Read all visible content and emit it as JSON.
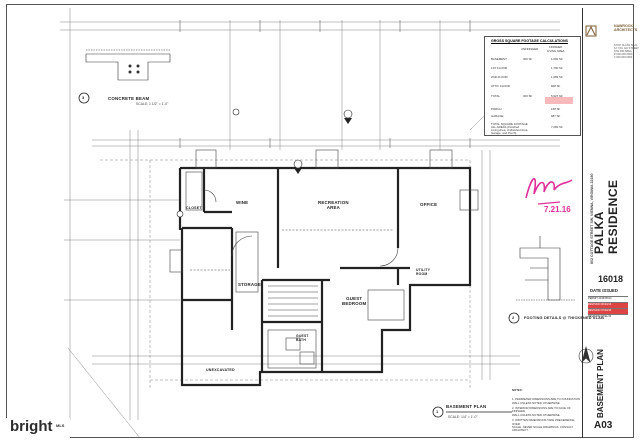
{
  "sheet": {
    "project_name": "PALKA RESIDENCE",
    "project_address": "802 COTTAGE STREET SW, VIENNA, VIRGINIA 22180",
    "firm_name": "NAWROCKI\nARCHITECTS",
    "firm_address": "STOP CLASS SEAL\n12 YOU GO STREET\nSTE 300 AREA\nP 000.000.0000\nF 000.000.0000",
    "project_number": "16018",
    "date_issued_label": "DATE ISSUED",
    "revisions": [
      {
        "text": "PERMIT 2016/05/14",
        "highlight": false
      },
      {
        "text": "REVISION 06/13/16",
        "highlight": true
      },
      {
        "text": "REVISION 07/20/16",
        "highlight": true
      },
      {
        "text": "REVISION 07/21/16",
        "highlight": false
      }
    ],
    "sheet_name": "BASEMENT PLAN",
    "sheet_number": "A03"
  },
  "gsf_table": {
    "title": "GROSS SQUARE FOOTAGE CALCULATIONS",
    "col1": "UNFINISHED",
    "col2": "FINISHED\nLIVING AREA",
    "rows": [
      {
        "label": "BASEMENT",
        "unfinished": "300 SF",
        "finished": "1,600 SF"
      },
      {
        "label": "1ST FLOOR",
        "unfinished": "",
        "finished": "1,790 SF"
      },
      {
        "label": "2ND FLOOR",
        "unfinished": "",
        "finished": "1,689 SF"
      },
      {
        "label": "ATTIC FLOOR",
        "unfinished": "",
        "finished": "848 SF"
      },
      {
        "label": "TOTAL",
        "unfinished": "300 SF",
        "finished": "5,927 SF"
      }
    ],
    "extra_rows": [
      {
        "label": "PORCH",
        "value": "168 SF"
      },
      {
        "label": "GARAGE",
        "value": "687 SF"
      }
    ],
    "footer": "TOTAL SQUARE FOOTAGE\nALL AREAS (Finished\nLiving Area, Unfinished Area,\nGarage, and Porch)",
    "footer_value": "7,082 SF"
  },
  "rooms": {
    "recreation": "RECREATION\nAREA",
    "office": "OFFICE",
    "wine": "WINE",
    "closet": "CLOSET",
    "storage": "STORAGE",
    "guest_bedroom": "GUEST\nBEDROOM",
    "guest_bath": "GUEST\nBATH",
    "utility": "UTILITY\nROOM",
    "unexcavated": "UNEXCAVATED"
  },
  "details": {
    "concrete_beam_title": "CONCRETE BEAM",
    "concrete_beam_scale": "SCALE: 1 1/2\" = 1'-0\"",
    "concrete_beam_num": "3",
    "footing_title": "FOOTING DETAILS @ THICKENED SLAB",
    "footing_num": "2",
    "plan_title": "BASEMENT PLAN",
    "plan_scale": "SCALE: 1/4\" = 1'-0\"",
    "plan_num": "1"
  },
  "notes": {
    "heading": "NOTES:",
    "items": [
      "1. PERIMETER DIMENSIONS ARE TO FOUNDATION\nWALL UNLESS NOTED OTHERWISE.",
      "2. INTERIOR DIMENSIONS ARE TO FACE OF FINISHED\nWALL UNLESS NOTED OTHERWISE.",
      "3. WRITTEN DIMENSIONS TAKE PRECEDENCE OVER\nSCALE. NEVER SCALE DRAWINGS. CONSULT ARCHITECT."
    ]
  },
  "watermark": {
    "text": "bright",
    "sub": "MLS"
  },
  "signature": {
    "date": "7.21.16"
  }
}
